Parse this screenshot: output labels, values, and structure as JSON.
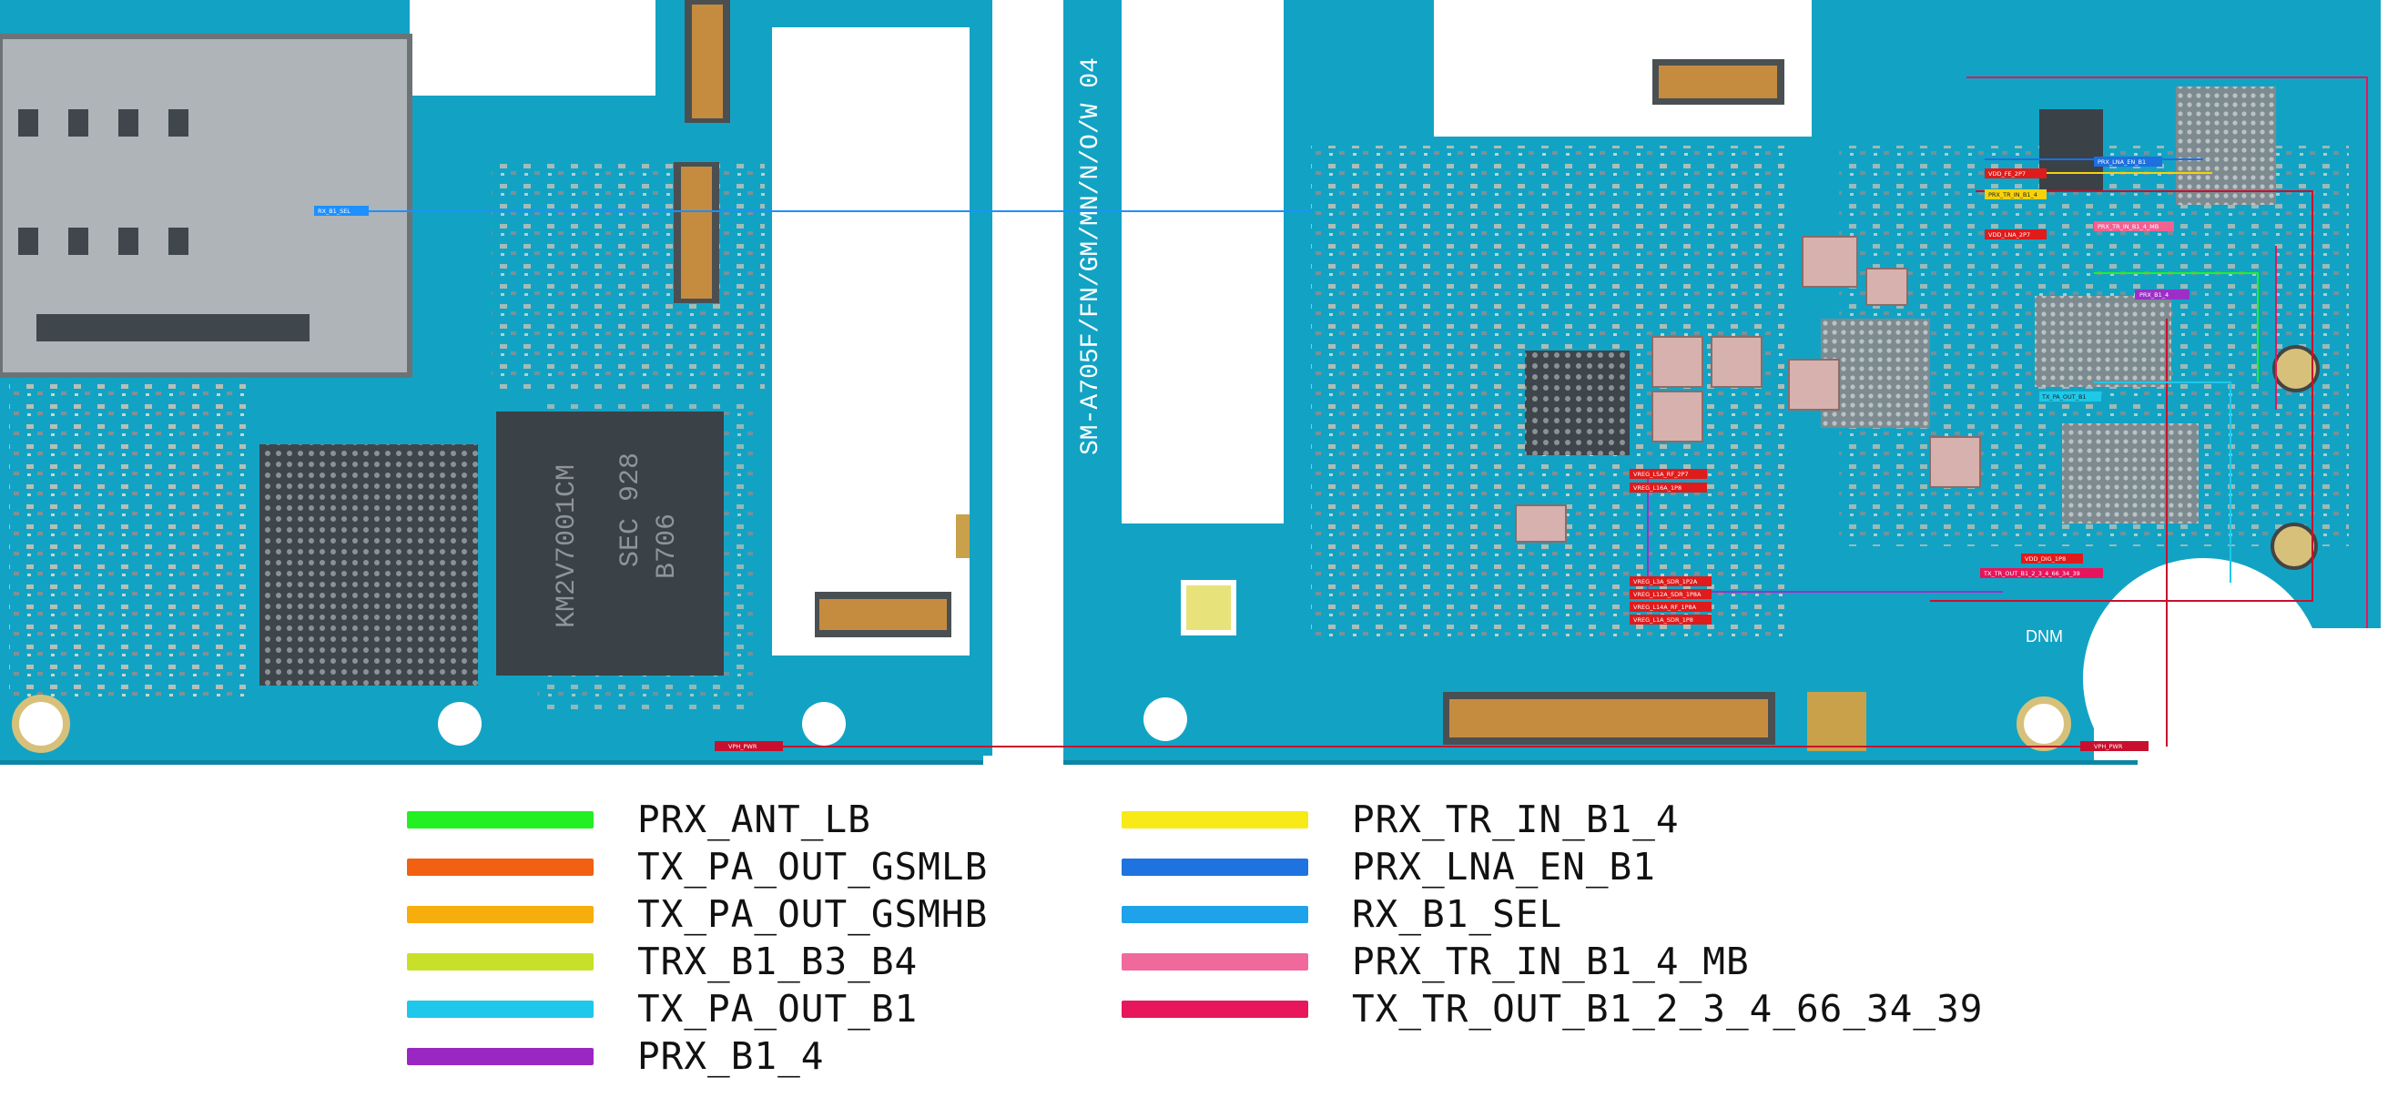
{
  "diagram": {
    "model_label": "SM-A705F/FN/GM/MN/N/O/W 04",
    "chip_labels": [
      "SEC 928",
      "B706",
      "KM2V7001CM"
    ],
    "board_marks": [
      "DNM"
    ],
    "colors": {
      "pcb": "#12a3c4",
      "pcb_dark": "#0d86a3",
      "slot": "#ffffff",
      "chip": "#3a4147",
      "chip_grid": "#6e767c",
      "gold": "#d9b25c",
      "trace": "#c8102e"
    },
    "net_tags": [
      {
        "text": "RX_B1_SEL",
        "color": "#1e90ff"
      },
      {
        "text": "VPH_PWR",
        "color": "#c8102e"
      },
      {
        "text": "VPH_PWR",
        "color": "#c8102e"
      },
      {
        "text": "VDD_FE_2P7",
        "color": "#e01b1b"
      },
      {
        "text": "PRX_TR_IN_B1_4",
        "color": "#f7d20a"
      },
      {
        "text": "VDD_LNA_2P7",
        "color": "#e01b1b"
      },
      {
        "text": "PRX_LNA_EN_B1",
        "color": "#1e6fe0"
      },
      {
        "text": "PRX_TR_IN_B1_4_MB",
        "color": "#f06292"
      },
      {
        "text": "PRX_B1_4",
        "color": "#9b30c8"
      },
      {
        "text": "TX_PA_OUT_B1",
        "color": "#1ec8e8"
      },
      {
        "text": "VDD_DIG_1P8",
        "color": "#e01b1b"
      },
      {
        "text": "VREG_L5A_RF_2P7",
        "color": "#e01b1b"
      },
      {
        "text": "VREG_L16A_1P8",
        "color": "#e01b1b"
      },
      {
        "text": "VREG_L3A_SDR_1P2A",
        "color": "#e01b1b"
      },
      {
        "text": "VREG_L12A_SDR_1P8A",
        "color": "#e01b1b"
      },
      {
        "text": "VREG_L14A_RF_1P8A",
        "color": "#e01b1b"
      },
      {
        "text": "VREG_L1A_SDR_1P8",
        "color": "#e01b1b"
      },
      {
        "text": "TX_TR_OUT_B1_2_3_4_66_34_39",
        "color": "#e8145c"
      }
    ]
  },
  "legend": {
    "items": [
      {
        "label": "PRX_ANT_LB",
        "color": "#22f022"
      },
      {
        "label": "TX_PA_OUT_GSMLB",
        "color": "#f26112"
      },
      {
        "label": "TX_PA_OUT_GSMHB",
        "color": "#f7ad0c"
      },
      {
        "label": "TRX_B1_B3_B4",
        "color": "#c8e02a"
      },
      {
        "label": "TX_PA_OUT_B1",
        "color": "#1fc8ea"
      },
      {
        "label": "PRX_B1_4",
        "color": "#9b27c2"
      },
      {
        "label": "PRX_TR_IN_B1_4",
        "color": "#f7ea17"
      },
      {
        "label": "PRX_LNA_EN_B1",
        "color": "#1e73e0"
      },
      {
        "label": "RX_B1_SEL",
        "color": "#1ea3ea"
      },
      {
        "label": "PRX_TR_IN_B1_4_MB",
        "color": "#f0699c"
      },
      {
        "label": "TX_TR_OUT_B1_2_3_4_66_34_39",
        "color": "#e8175c"
      }
    ]
  }
}
